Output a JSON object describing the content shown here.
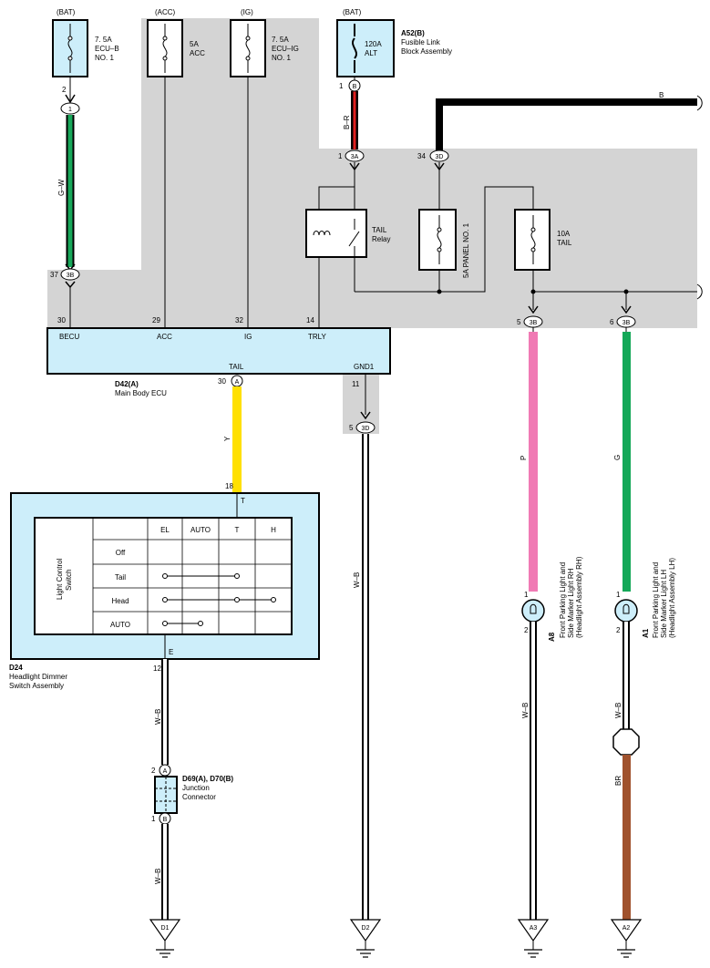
{
  "fuses": {
    "ecub": {
      "source": "(BAT)",
      "rating": "7. 5A",
      "name1": "ECU–B",
      "name2": "NO. 1"
    },
    "acc": {
      "source": "(ACC)",
      "rating": "5A",
      "name1": "ACC"
    },
    "ecuig": {
      "source": "(IG)",
      "rating": "7. 5A",
      "name1": "ECU–IG",
      "name2": "NO. 1"
    },
    "alt": {
      "source": "(BAT)",
      "rating": "120A",
      "name1": "ALT"
    },
    "panel": {
      "label": "5A PANEL NO. 1"
    },
    "tail": {
      "rating": "10A",
      "name1": "TAIL"
    }
  },
  "fusible_link": {
    "id": "A52(B)",
    "line1": "Fusible Link",
    "line2": "Block Assembly"
  },
  "relay": {
    "line1": "TAIL",
    "line2": "Relay"
  },
  "pins": {
    "p2": "2",
    "p1a": "1",
    "p1b": "1",
    "p1c": "1",
    "p34": "34",
    "p37": "37",
    "p30a": "30",
    "p29": "29",
    "p32": "32",
    "p14": "14",
    "p5a": "5",
    "p6": "6",
    "p30b": "30",
    "p11": "11",
    "p5b": "5",
    "p18": "18",
    "p12": "12",
    "p2b": "2",
    "p1d": "1",
    "p1e": "1",
    "p2c": "2",
    "p1f": "1",
    "p2d": "2"
  },
  "connectors": {
    "c1": "1",
    "c_b": "B",
    "c3a": "3A",
    "c3d_top": "3D",
    "c3b_l": "3B",
    "c3b_m": "3B",
    "c3b_r": "3B",
    "ca_ecu": "A",
    "c3d_bot": "3D",
    "c_ja": "A",
    "c_jb": "B"
  },
  "wires": {
    "gw": "G–W",
    "br": "B–R",
    "b": "B",
    "y": "Y",
    "wb1": "W–B",
    "wb2": "W–B",
    "p": "P",
    "g": "G",
    "wb3": "W–B",
    "wb4": "W–B",
    "wb5": "W–B",
    "brn": "BR"
  },
  "ecu": {
    "id": "D42(A)",
    "name": "Main Body ECU",
    "t_becu": "BECU",
    "t_acc": "ACC",
    "t_ig": "IG",
    "t_trly": "TRLY",
    "t_tail": "TAIL",
    "t_gnd1": "GND1"
  },
  "switch": {
    "id": "D24",
    "name1": "Headlight Dimmer",
    "name2": "Switch Assembly",
    "term_t": "T",
    "term_e": "E",
    "side1": "Light Control",
    "side2": "Switch",
    "cols": [
      "EL",
      "AUTO",
      "T",
      "H"
    ],
    "rows": [
      "Off",
      "Tail",
      "Head",
      "AUTO"
    ]
  },
  "junction": {
    "id": "D69(A), D70(B)",
    "line1": "Junction",
    "line2": "Connector"
  },
  "lamp_rh": {
    "id": "A8",
    "line1": "Front Parking Light and",
    "line2": "Side Marker Light RH",
    "line3": "(Headlight Assembly RH)"
  },
  "lamp_lh": {
    "id": "A1",
    "line1": "Front Parking Light and",
    "line2": "Side Marker Light LH",
    "line3": "(Headlight Assembly LH)"
  },
  "grounds": {
    "d1": "D1",
    "d2": "D2",
    "a3": "A3",
    "a2": "A2"
  },
  "colors": {
    "shade": "#d4d4d4",
    "box": "#cdeefa",
    "gw": "#18a85a",
    "y": "#ffe000",
    "p": "#f07ab4",
    "g": "#14a858",
    "br": "#a0522d",
    "red": "#e02020"
  }
}
